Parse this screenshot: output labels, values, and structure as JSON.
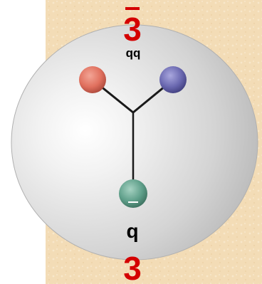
{
  "diagram": {
    "top_label": {
      "number": "3",
      "overbar": true,
      "subscript": "qq",
      "color": "#d40000"
    },
    "bottom_label": {
      "quark": "q",
      "number": "3",
      "color": "#d40000"
    },
    "quarks": [
      {
        "name": "red-quark",
        "color": "#e0705e"
      },
      {
        "name": "blue-quark",
        "color": "#6a68b0"
      },
      {
        "name": "green-antiquark",
        "color": "#5f9f8a",
        "overbar": true
      }
    ],
    "colors": {
      "background_texture": "#f3dcb6",
      "sphere": "#d8d8d8",
      "string": "#1a1a1a",
      "text": "#000000"
    }
  }
}
